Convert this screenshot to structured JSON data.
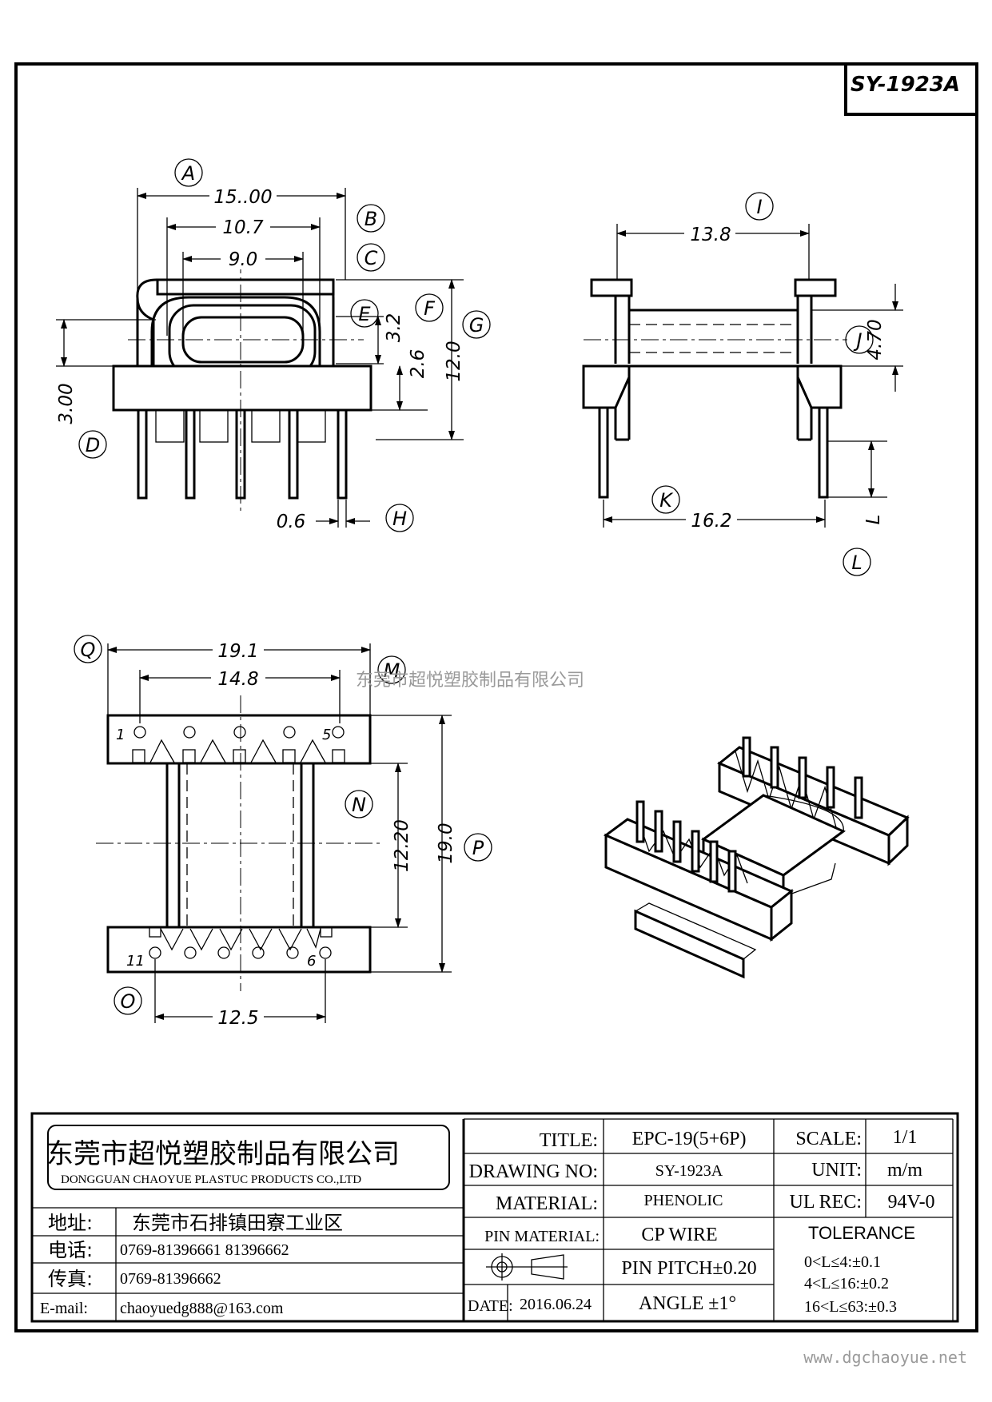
{
  "drawing_id": "SY-1923A",
  "labels": {
    "A": "A",
    "B": "B",
    "C": "C",
    "D": "D",
    "E": "E",
    "F": "F",
    "G": "G",
    "H": "H",
    "I": "I",
    "J": "J",
    "K": "K",
    "L": "L",
    "M": "M",
    "N": "N",
    "O": "O",
    "P": "P",
    "Q": "Q"
  },
  "dims": {
    "a": "15..00",
    "b": "10.7",
    "c": "9.0",
    "d": "3.00",
    "e": "3.2",
    "f": "2.6",
    "g": "12.0",
    "h": "0.6",
    "i": "13.8",
    "j": "4.70",
    "k": "16.2",
    "l": "L",
    "q": "19.1",
    "m": "14.8",
    "n": "12.20",
    "p": "19.0",
    "o": "12.5"
  },
  "pins": {
    "p1": "1",
    "p5": "5",
    "p11": "11",
    "p6": "6"
  },
  "watermark": "东莞市超悦塑胶制品有限公司",
  "website": "www.dgchaoyue.net",
  "title_block": {
    "company_cn": "东莞市超悦塑胶制品有限公司",
    "company_en": "DONGGUAN CHAOYUE PLASTUC PRODUCTS CO.,LTD",
    "address_label": "地址:",
    "address": "东莞市石排镇田寮工业区",
    "phone_label": "电话:",
    "phone": "0769-81396661  81396662",
    "fax_label": "传真:",
    "fax": "0769-81396662",
    "email_label": "E-mail:",
    "email": "chaoyuedg888@163.com",
    "title_label": "TITLE:",
    "title_value": "EPC-19(5+6P)",
    "drawing_no_label": "DRAWING NO:",
    "drawing_no_value": "SY-1923A",
    "material_label": "MATERIAL:",
    "material_value": "PHENOLIC",
    "pin_material_label": "PIN MATERIAL:",
    "pin_material_value": "CP WIRE",
    "pin_pitch": "PIN PITCH±0.20",
    "date_label": "DATE:",
    "date_value": "2016.06.24",
    "angle": "ANGLE  ±1°",
    "scale_label": "SCALE:",
    "scale_value": "1/1",
    "unit_label": "UNIT:",
    "unit_value": "m/m",
    "ul_label": "UL REC:",
    "ul_value": "94V-0",
    "tolerance_label": "TOLERANCE",
    "tol1": "0<L≤4:±0.1",
    "tol2": "4<L≤16:±0.2",
    "tol3": "16<L≤63:±0.3"
  }
}
